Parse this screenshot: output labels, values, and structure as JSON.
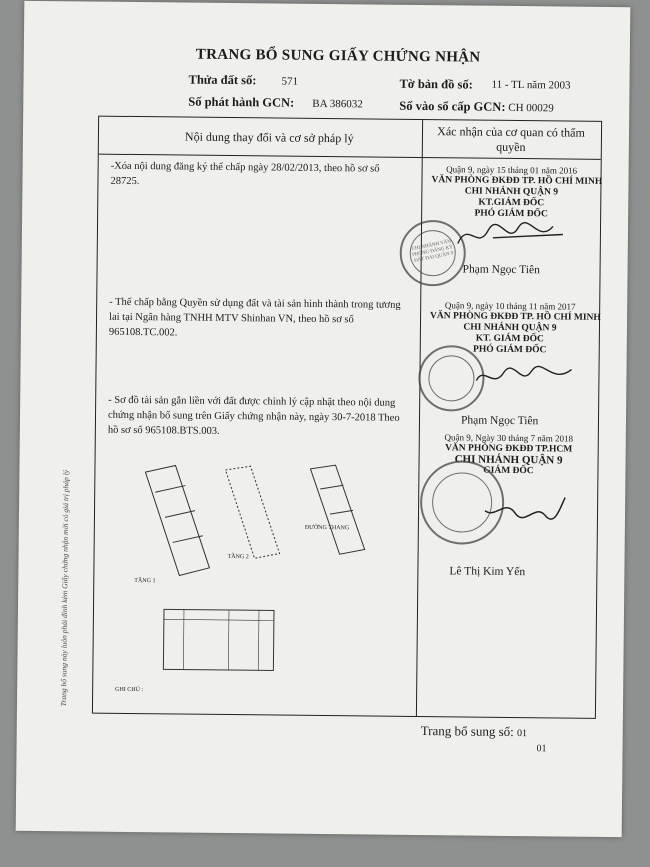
{
  "document": {
    "title": "TRANG BỔ SUNG GIẤY CHỨNG NHẬN",
    "parcel_label": "Thửa đất số:",
    "parcel_value": "571",
    "map_sheet_label": "Tờ bản đồ số:",
    "map_sheet_value": "11 - TL năm 2003",
    "serial_label": "Số phát hành GCN:",
    "serial_value": "BA 386032",
    "entry_label": "Số vào sổ cấp GCN:",
    "entry_value": "CH 00029"
  },
  "table": {
    "col_content": "Nội dung thay đổi và cơ sở pháp lý",
    "col_confirm": "Xác nhận của cơ quan có thẩm quyền",
    "entries": [
      {
        "content": "-Xóa nội dung đăng ký thế chấp ngày 28/02/2013, theo hồ sơ số 28725.",
        "date_line": "Quận 9, ngày 15 tháng 01 năm 2016",
        "office": "VĂN PHÒNG ĐKĐĐ TP. HỒ CHÍ MINH",
        "branch": "CHI NHÁNH QUẬN 9",
        "role1": "KT.GIÁM ĐỐC",
        "role2": "PHÓ GIÁM ĐỐC",
        "signer": "Phạm Ngọc Tiên"
      },
      {
        "content": "- Thế chấp bằng Quyền sử dụng đất và tài sản hình thành trong tương lai tại Ngân hàng TNHH MTV  Shinhan VN, theo hồ sơ số 965108.TC.002.",
        "date_line": "Quận 9, ngày 10 tháng 11 năm 2017",
        "office": "VĂN PHÒNG ĐKĐĐ TP. HỒ CHÍ MINH",
        "branch": "CHI NHÁNH QUẬN 9",
        "role1": "KT. GIÁM ĐỐC",
        "role2": "PHÓ GIÁM ĐỐC",
        "signer": "Phạm Ngọc Tiên"
      },
      {
        "content": "- Sơ đồ tài sản gắn liền với đất được chỉnh lý cập nhật theo nội dung chứng nhận bổ sung trên Giấy chứng nhận này, ngày 30-7-2018 Theo hồ sơ số 965108.BTS.003.",
        "date_line": "Quận 9, Ngày 30 tháng 7 năm 2018",
        "office": "VĂN PHÒNG ĐKĐĐ TP.HCM",
        "branch": "CHI NHÁNH QUẬN 9",
        "role1": "GIÁM ĐỐC",
        "role2": "",
        "signer": "Lê Thị Kim Yến"
      }
    ],
    "diagram_labels": {
      "floor1": "TẦNG 1",
      "floor2": "TẦNG 2",
      "stair": "ĐƯỜNG THANG",
      "note": "GHI CHÚ :"
    }
  },
  "stamp_text": "CHI NHÁNH VĂN PHÒNG ĐĂNG KÝ ĐẤT ĐAI QUẬN 9",
  "side_note": "Trang bổ sung này luôn phải đính kèm Giấy chứng nhận mới có giá trị pháp lý",
  "footer": {
    "label": "Trang bổ sung số:",
    "number": "01",
    "page": "01"
  }
}
